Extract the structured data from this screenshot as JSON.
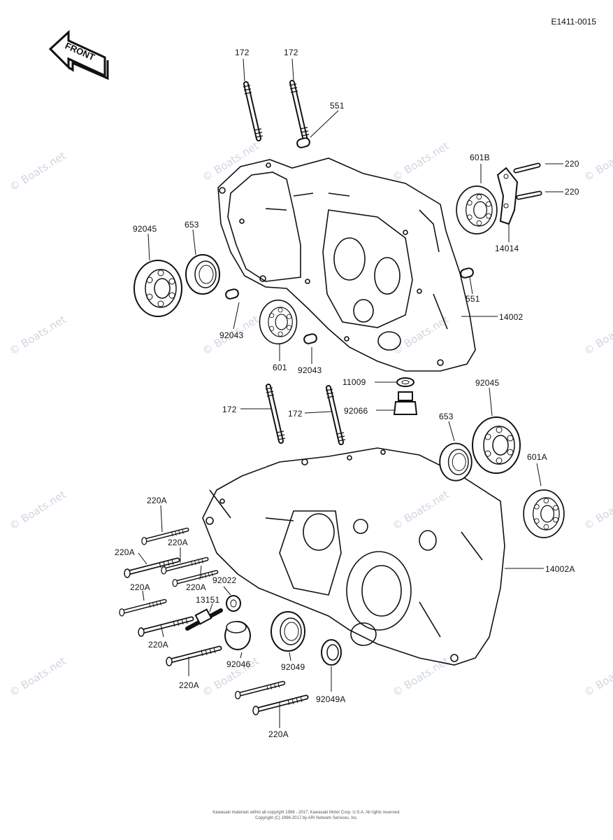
{
  "figure_id": "E1411-0015",
  "front_label": "FRONT",
  "watermark": "© Boats.net",
  "copyright": {
    "line1": "Kawasaki materials within all copyright 1986 - 2017, Kawasaki Motor Corp. U.S.A. All rights reserved.",
    "line2": "Copyright (C) 1996-2017 by ARI Network Services, Inc."
  },
  "labels": {
    "l172a": "172",
    "l172b": "172",
    "l551a": "551",
    "l220a": "220",
    "l220b": "220",
    "l601B": "601B",
    "l14014": "14014",
    "l92045a": "92045",
    "l653a": "653",
    "l551b": "551",
    "l14002": "14002",
    "l92043a": "92043",
    "l601": "601",
    "l92043b": "92043",
    "l11009": "11009",
    "l92045b": "92045",
    "l172c": "172",
    "l172d": "172",
    "l92066": "92066",
    "l653b": "653",
    "l601A": "601A",
    "l220A1": "220A",
    "l220A2": "220A",
    "l220A3": "220A",
    "l220A4": "220A",
    "l220A5": "220A",
    "l220A6": "220A",
    "l220A7": "220A",
    "l220A8": "220A",
    "l92022": "92022",
    "l13151": "13151",
    "l14002A": "14002A",
    "l92046": "92046",
    "l92049": "92049",
    "l92049A": "92049A"
  }
}
